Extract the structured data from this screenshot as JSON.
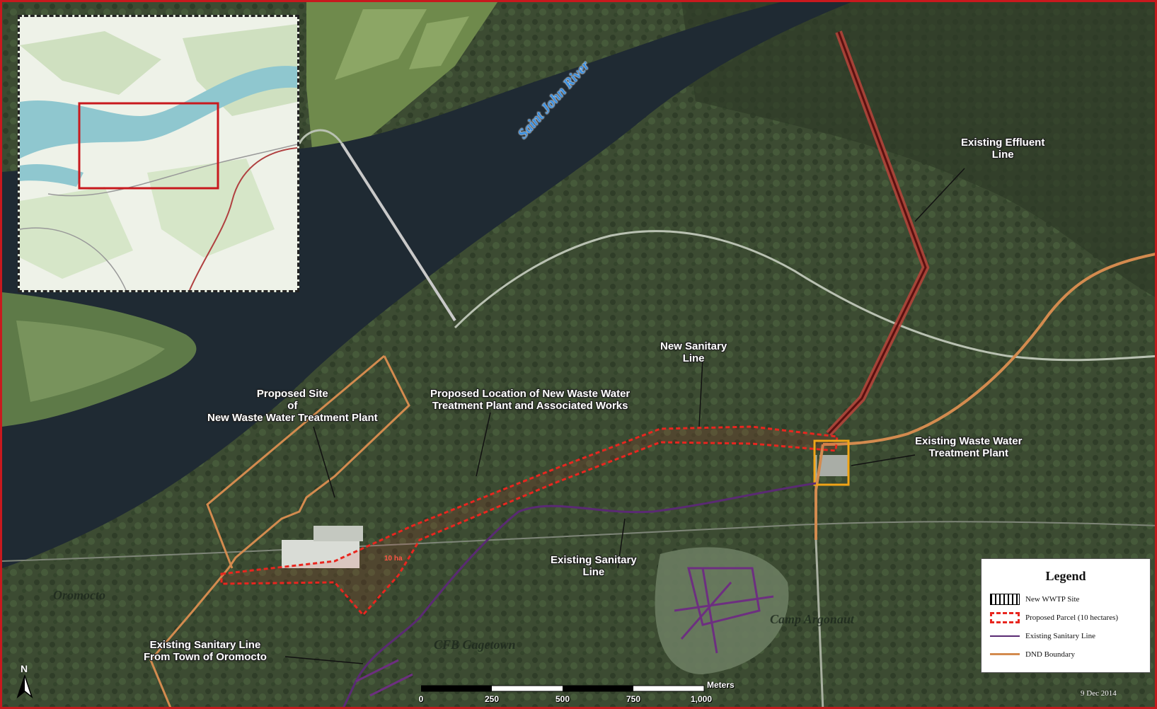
{
  "river_name": "Saint John River",
  "labels": {
    "existing_effluent_line": [
      "Existing Effluent",
      "Line"
    ],
    "new_sanitary_line": [
      "New Sanitary",
      "Line"
    ],
    "proposed_site": [
      "Proposed Site",
      "of",
      "New Waste Water Treatment Plant"
    ],
    "proposed_location": [
      "Proposed Location of New Waste Water",
      "Treatment Plant and Associated Works"
    ],
    "existing_wwtp": [
      "Existing Waste Water",
      "Treatment Plant"
    ],
    "existing_sanitary_line": [
      "Existing Sanitary",
      "Line"
    ],
    "existing_sanitary_from_oromocto": [
      "Existing Sanitary Line",
      "From Town of Oromocto"
    ],
    "parcel_area": "10 ha"
  },
  "places": {
    "oromocto": "Oromocto",
    "cfb_gagetown": "CFB Gagetown",
    "camp_argonaut": "Camp Argonaut"
  },
  "legend": {
    "title": "Legend",
    "items": [
      {
        "label": "New WWTP Site",
        "symbol": "hatched-box"
      },
      {
        "label": "Proposed Parcel (10 hectares)",
        "symbol": "red-dashed-box"
      },
      {
        "label": "Existing Sanitary Line",
        "symbol": "purple-line"
      },
      {
        "label": "DND Boundary",
        "symbol": "orange-line"
      }
    ]
  },
  "scale": {
    "unit": "Meters",
    "ticks": [
      "0",
      "250",
      "500",
      "750",
      "1,000"
    ]
  },
  "date": "9 Dec 2014",
  "north_arrow": "N",
  "colors": {
    "frame": "#c8191e",
    "river": "#1f2a33",
    "dnd_boundary": "#d38b4f",
    "proposed_parcel": "#e8261f",
    "sanitary_line": "#5a2a73",
    "effluent_line": "#b8433a",
    "vegetation": "#3a4a30"
  }
}
